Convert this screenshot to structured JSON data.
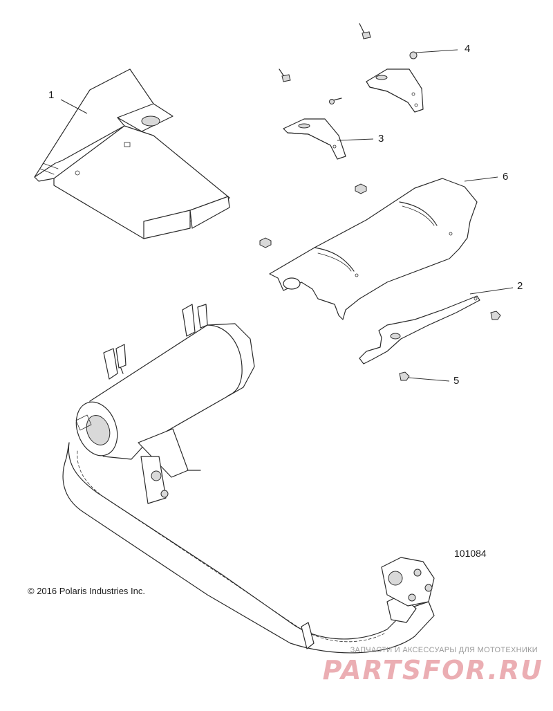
{
  "callouts": [
    {
      "label": "1"
    },
    {
      "label": "2"
    },
    {
      "label": "3"
    },
    {
      "label": "4"
    },
    {
      "label": "5"
    },
    {
      "label": "6"
    }
  ],
  "figure_id": "101084",
  "copyright": "© 2016 Polaris Industries Inc.",
  "watermark": {
    "tagline": "ЗАПЧАСТИ И АКСЕССУАРЫ ДЛЯ МОТОТЕХНИКИ",
    "brand": "PARTSFOR.RU",
    "color": "#e8a0a6"
  }
}
